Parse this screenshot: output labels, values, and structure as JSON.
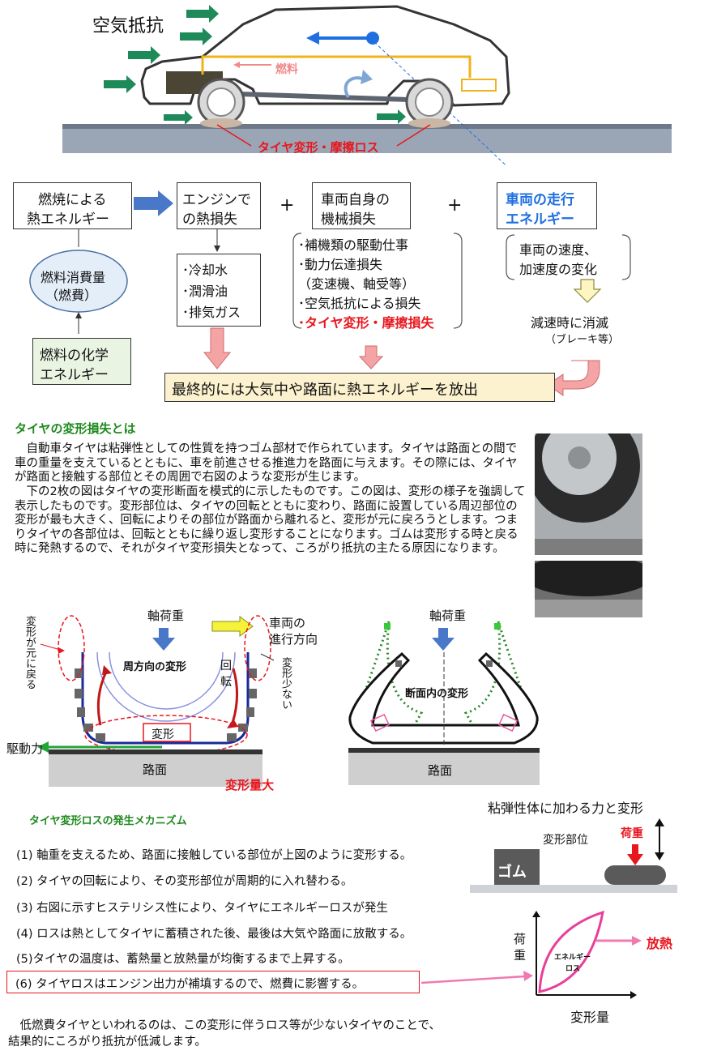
{
  "car_diagram": {
    "title": "空気抵抗",
    "fuel_label": "燃料",
    "tire_loss_label": "タイヤ変形・摩擦ロス"
  },
  "flow": {
    "combustion": [
      "燃焼による",
      "熱エネルギー"
    ],
    "engine_loss": [
      "エンジンで",
      "の熱損失"
    ],
    "plus1": "+",
    "mechanical_loss": [
      "車両自身の",
      "機械損失"
    ],
    "plus2": "+",
    "running_energy": [
      "車両の走行",
      "エネルギー"
    ],
    "fuel_consumption": [
      "燃料消費量",
      "（燃費）"
    ],
    "chemical_energy": [
      "燃料の化学",
      "エネルギー"
    ],
    "engine_items": [
      "･冷却水",
      "･潤滑油",
      "･排気ガス"
    ],
    "mech_items": [
      "･補機類の駆動仕事",
      "･動力伝達損失",
      "（変速機、軸受等）",
      "･空気抵抗による損失"
    ],
    "mech_item_red": "･タイヤ変形・摩擦損失",
    "speed_change": [
      "車両の速度、",
      "加速度の変化"
    ],
    "decel": "減速時に消滅",
    "brake": "（ブレーキ等）",
    "final": "最終的には大気中や路面に熱エネルギーを放出"
  },
  "section": {
    "heading": "タイヤの変形損失とは",
    "paragraph1": "　自動車タイヤは粘弾性としての性質を持つゴム部材で作られています。タイヤは路面との間で車の重量を支えているとともに、車を前進させる推進力を路面に与えます。その際には、タイヤが路面と接触する部位とその周囲で右図のような変形が生じます。",
    "paragraph2": "　下の2枚の図はタイヤの変形断面を模式的に示したものです。この図は、変形の様子を強調して表示したものです。変形部位は、タイヤの回転とともに変わり、路面に設置している周辺部位の変形が最も大きく、回転によりその部位が路面から離れると、変形が元に戻ろうとします。つまりタイヤの各部位は、回転とともに繰り返し変形することになります。ゴムは変形する時と戻る時に発熱するので、それがタイヤ変形損失となって、ころがり抵抗の主たる原因になります。"
  },
  "tire_diagram_left": {
    "axle_load": "軸荷重",
    "direction": [
      "車両の",
      "進行方向"
    ],
    "return_shape": "変形が元に戻る",
    "circumferential": "周方向の変形",
    "rotation": [
      "回",
      "転"
    ],
    "little_deform": "変形少ない",
    "deform": "変形",
    "drive_force": "駆動力",
    "road": "路面",
    "large_deform": "変形量大"
  },
  "tire_diagram_right": {
    "axle_load": "軸荷重",
    "cross_section": "断面内の変形",
    "road": "路面"
  },
  "mechanism": {
    "heading": "タイヤ変形ロスの発生メカニズム",
    "items": [
      "(1) 軸重を支えるため、路面に接触している部位が上図のように変形する。",
      "(2) タイヤの回転により、その変形部位が周期的に入れ替わる。",
      "(3) 右図に示すヒステリシス性により、タイヤにエネルギーロスが発生",
      "(4) ロスは熱としてタイヤに蓄積された後、最後は大気や路面に放散する。",
      "(5)タイヤの温度は、蓄熱量と放熱量が均衡するまで上昇する。",
      "(6) タイヤロスはエンジン出力が補填するので、燃費に影響する。"
    ]
  },
  "viscoelastic": {
    "title": "粘弾性体に加わる力と変形",
    "deform_part": "変形部位",
    "load": "荷重",
    "rubber": "ゴム",
    "y_axis": [
      "荷",
      "重"
    ],
    "energy_loss": [
      "エネルギー",
      "ロス"
    ],
    "heat": "放熱",
    "x_axis": "変形量"
  },
  "conclusion": [
    "　低燃費タイヤといわれるのは、この変形に伴うロス等が少ないタイヤのことで、",
    "結果的にころがり抵抗が低減します。"
  ],
  "colors": {
    "heading_green": "#1f8a1f",
    "accent_red": "#e8161e",
    "accent_blue": "#1f6fe0",
    "arrow_pink": "#f08a8a",
    "final_box_fill": "#fdf2cf"
  }
}
